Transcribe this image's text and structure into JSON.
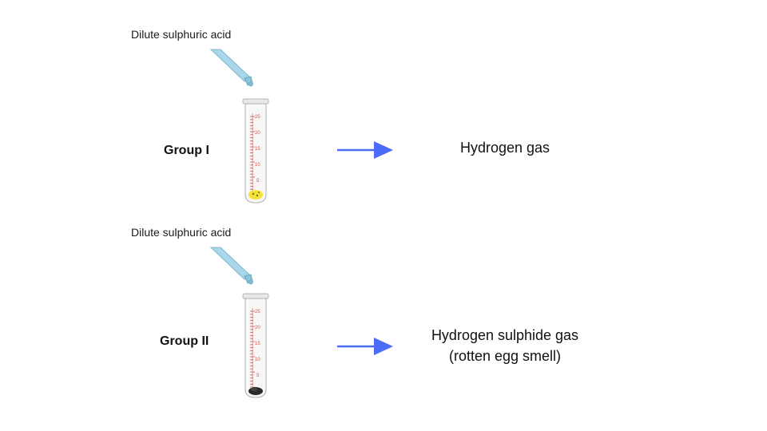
{
  "colors": {
    "arrow": "#4a6cf7",
    "scale": "#d9534f",
    "dropper": "#a9d6e8",
    "tube_glass": "#f2f2f2",
    "sample_group_1": "#f4e23a",
    "sample_group_2": "#2a2a2a"
  },
  "reactions": [
    {
      "reagent": "Dilute sulphuric acid",
      "group": "Group I",
      "product_line_1": "Hydrogen gas",
      "product_line_2": ""
    },
    {
      "reagent": "Dilute sulphuric acid",
      "group": "Group II",
      "product_line_1": "Hydrogen sulphide gas",
      "product_line_2": "(rotten egg smell)"
    }
  ],
  "tube_scale": [
    "25",
    "20",
    "15",
    "10",
    "5"
  ]
}
